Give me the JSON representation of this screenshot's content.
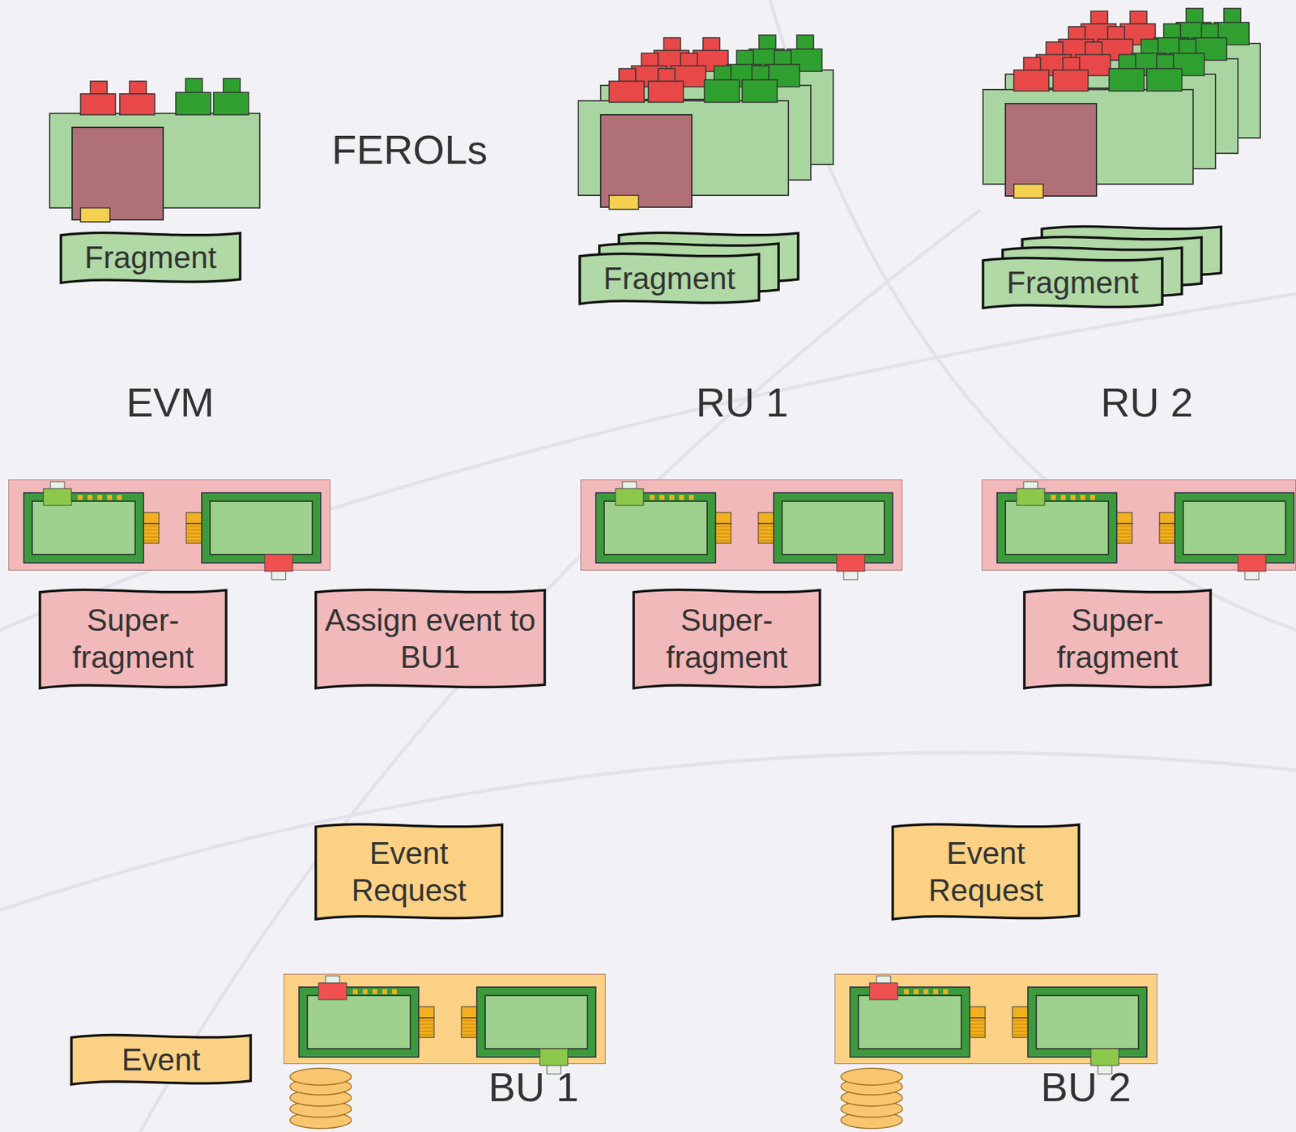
{
  "diagram": {
    "nodes": [
      {
        "text": [
          "Fragment"
        ]
      },
      {
        "text": [
          "Fragment"
        ]
      },
      {
        "text": [
          "Fragment"
        ]
      },
      {
        "text": [
          "EVM"
        ]
      },
      {
        "text": [
          "RU 1"
        ]
      },
      {
        "text": [
          "RU 2"
        ]
      },
      {
        "text": [
          "Super- fragment"
        ]
      },
      {
        "text": [
          "Assign event to BU1"
        ]
      },
      {
        "text": [
          "Super- fragment"
        ]
      },
      {
        "text": [
          "Super- fragment"
        ]
      },
      {
        "text": [
          "Event Request"
        ]
      },
      {
        "text": [
          "Event Request"
        ]
      },
      {
        "text": [
          "Event"
        ]
      },
      {
        "text": [
          "BU 1"
        ]
      },
      {
        "text": [
          "BU 2"
        ]
      }
    ],
    "labels": [
      "FEROLs"
    ]
  }
}
